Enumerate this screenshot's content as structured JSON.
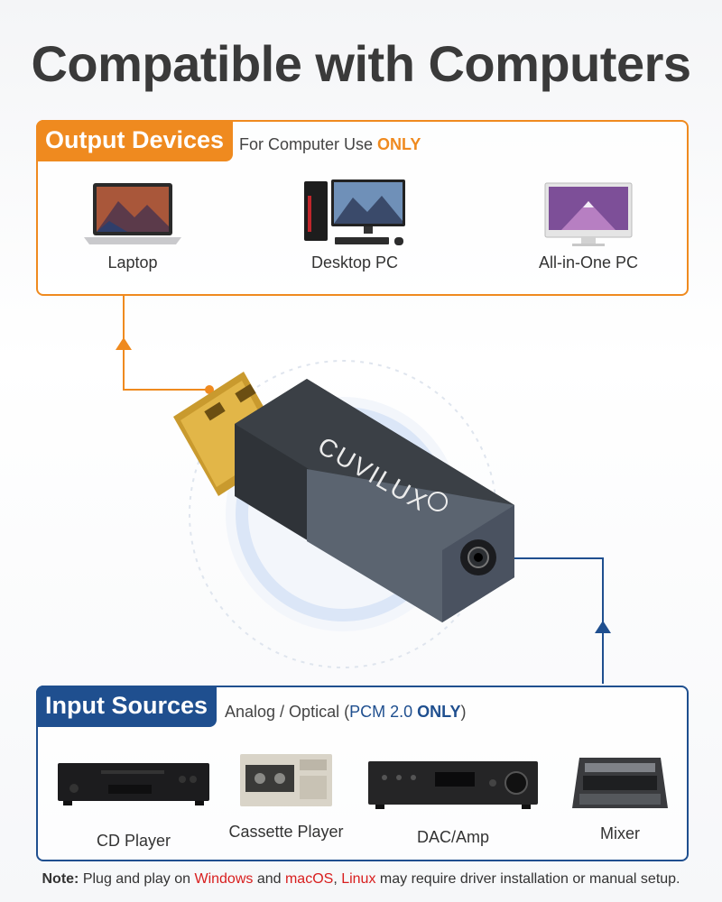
{
  "headline": "Compatible with Computers",
  "output": {
    "tag": "Output Devices",
    "subtitle_prefix": "For Computer Use ",
    "subtitle_highlight": "ONLY",
    "devices": [
      "Laptop",
      "Desktop PC",
      "All-in-One PC"
    ]
  },
  "input": {
    "tag": "Input Sources",
    "subtitle_prefix": "Analog / Optical (",
    "subtitle_pcm": "PCM 2.0 ",
    "subtitle_only": "ONLY",
    "subtitle_suffix": ")",
    "devices": [
      "CD Player",
      "Cassette Player",
      "DAC/Amp",
      "Mixer"
    ]
  },
  "product": {
    "brand": "CUVILUX"
  },
  "note": {
    "label": "Note:",
    "part1": " Plug and play on ",
    "windows": "Windows",
    "part2": " and ",
    "macos": "macOS",
    "part3": ",  ",
    "linux": "Linux",
    "part4": " may require driver installation or manual setup."
  },
  "colors": {
    "orange": "#ef8a1f",
    "blue": "#1f4f8f",
    "red": "#d81e1e"
  }
}
